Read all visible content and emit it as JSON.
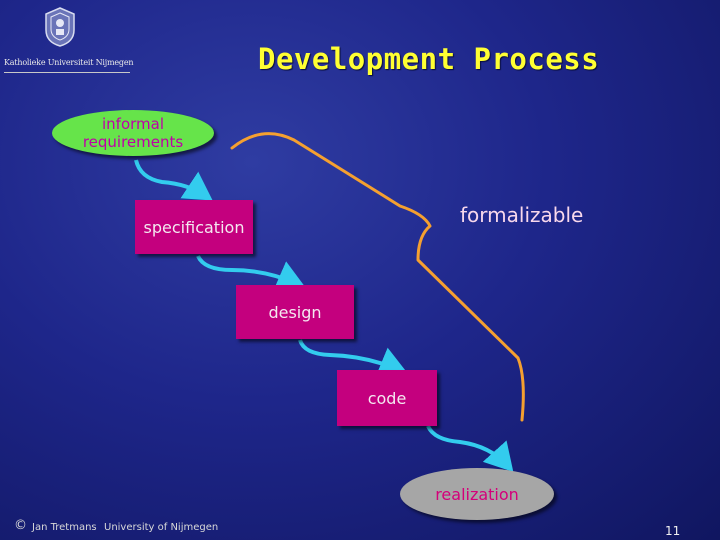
{
  "header": {
    "university_name": "Katholieke Universiteit Nijmegen",
    "title": "Development Process"
  },
  "diagram": {
    "stages": {
      "informal_requirements": "informal requirements",
      "specification": "specification",
      "design": "design",
      "code": "code",
      "realization": "realization"
    },
    "brace_label": "formalizable"
  },
  "footer": {
    "copyright_symbol": "©",
    "author": "Jan Tretmans",
    "university": "University of Nijmegen",
    "page_number": "11"
  },
  "colors": {
    "title": "#ffff33",
    "box_fill": "#c4007e",
    "requirements_fill": "#66e44a",
    "realization_fill": "#a6a6a6",
    "arrow": "#33ccee",
    "brace": "#f5a030"
  }
}
